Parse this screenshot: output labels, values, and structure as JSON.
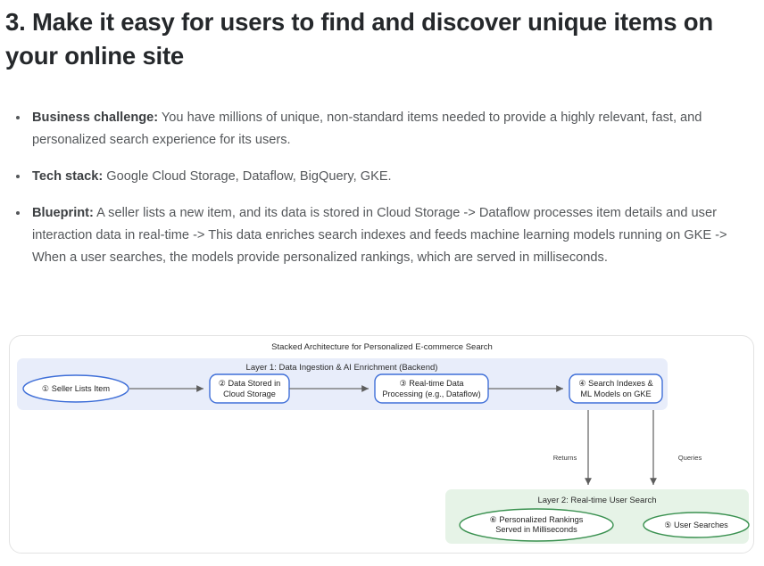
{
  "heading": "3. Make it easy for users to find and discover unique items on your online site",
  "bullets": [
    {
      "label": "Business challenge:",
      "text": " You have millions of unique, non-standard items needed to provide a highly relevant, fast, and personalized search experience for its users."
    },
    {
      "label": "Tech stack:",
      "text": " Google Cloud Storage, Dataflow, BigQuery, GKE."
    },
    {
      "label": "Blueprint:",
      "text": " A seller lists a new item, and its data is stored in Cloud Storage -> Dataflow processes item details and user interaction data in real-time -> This data enriches search indexes and feeds machine learning models running on GKE -> When a user searches, the models provide personalized rankings, which are served in milliseconds."
    }
  ],
  "diagram": {
    "title": "Stacked Architecture for Personalized E-commerce Search",
    "layers": [
      {
        "id": "layer1",
        "label": "Layer 1: Data Ingestion & AI Enrichment (Backend)",
        "fill": "#e8edfa"
      },
      {
        "id": "layer2",
        "label": "Layer 2: Real-time User Search",
        "fill": "#e6f3e7"
      }
    ],
    "nodes": [
      {
        "id": "n1",
        "shape": "ellipse",
        "layer": "layer1",
        "stroke": "#3f6fd8",
        "line1": "① Seller Lists Item",
        "line2": ""
      },
      {
        "id": "n2",
        "shape": "round-rect",
        "layer": "layer1",
        "stroke": "#3f6fd8",
        "line1": "② Data Stored in",
        "line2": "Cloud Storage"
      },
      {
        "id": "n3",
        "shape": "round-rect",
        "layer": "layer1",
        "stroke": "#3f6fd8",
        "line1": "③ Real-time Data",
        "line2": "Processing (e.g., Dataflow)"
      },
      {
        "id": "n4",
        "shape": "round-rect",
        "layer": "layer1",
        "stroke": "#3f6fd8",
        "line1": "④ Search Indexes &",
        "line2": "ML Models on GKE"
      },
      {
        "id": "n5",
        "shape": "ellipse",
        "layer": "layer2",
        "stroke": "#3a9150",
        "line1": "⑤ User Searches",
        "line2": ""
      },
      {
        "id": "n6",
        "shape": "ellipse",
        "layer": "layer2",
        "stroke": "#3a9150",
        "line1": "⑥ Personalized Rankings",
        "line2": "Served in Milliseconds"
      }
    ],
    "edges": [
      {
        "from": "n1",
        "to": "n2",
        "label": ""
      },
      {
        "from": "n2",
        "to": "n3",
        "label": ""
      },
      {
        "from": "n3",
        "to": "n4",
        "label": ""
      },
      {
        "from": "n4",
        "to": "n6",
        "label": "Returns"
      },
      {
        "from": "n5",
        "to": "n4",
        "label": "Queries"
      }
    ],
    "edge_labels": {
      "returns": "Returns",
      "queries": "Queries"
    },
    "colors": {
      "layer1_fill": "#e8edfa",
      "layer2_fill": "#e6f3e7",
      "node_blue_stroke": "#3f6fd8",
      "node_green_stroke": "#3a9150",
      "edge_line": "#6b6b6b",
      "card_border": "#e3e3e3"
    }
  }
}
